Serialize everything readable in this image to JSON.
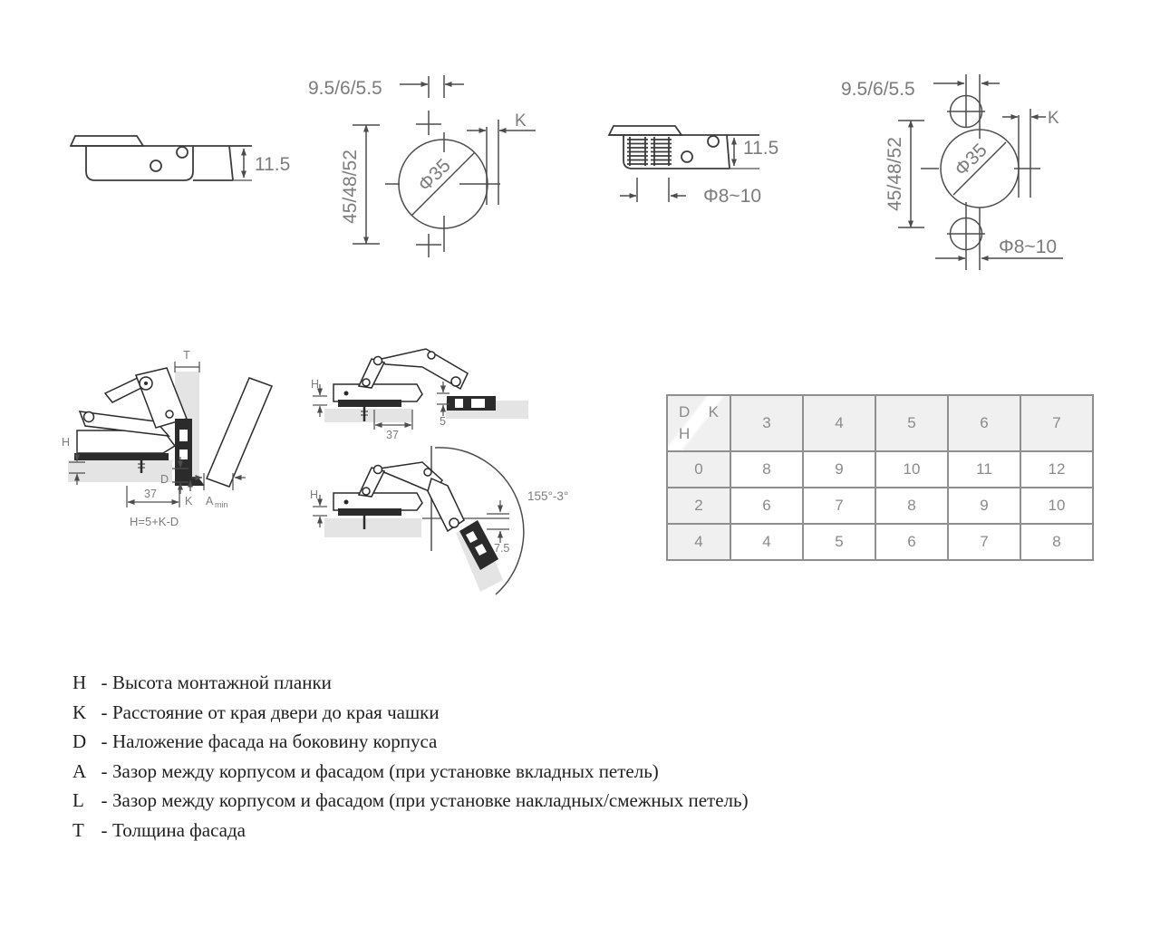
{
  "colors": {
    "background": "#ffffff",
    "dimension_line": "#4d4d4d",
    "part_outline": "#3c3c3c",
    "label_text": "#7c7c7c",
    "panel_fill": "#e4e4e4",
    "hinge_dark": "#2b2b2b",
    "table_border": "#8f8f8f",
    "table_header_bg": "#f0f0f0",
    "table_text": "#8a8a8a",
    "legend_text": "#1f1f1f"
  },
  "diagrams": {
    "cup_screw": {
      "height": "11.5"
    },
    "drill_screw": {
      "offset": "9.5/6/5.5",
      "depth": "45/48/52",
      "cup_dia": "Φ35",
      "k": "K"
    },
    "cup_dowel": {
      "height": "11.5",
      "dowel_dia": "Φ8~10"
    },
    "drill_dowel": {
      "offset": "9.5/6/5.5",
      "depth": "45/48/52",
      "cup_dia": "Φ35",
      "k": "K",
      "dowel_dia": "Φ8~10"
    },
    "hinge_inset": {
      "t": "T",
      "h": "H",
      "d": "D",
      "k": "K",
      "a": "A",
      "a_sub": "min",
      "dim37": "37",
      "formula": "H=5+K-D"
    },
    "hinge_open": {
      "h": "H",
      "dim5": "5",
      "dim37": "37"
    },
    "hinge_155": {
      "h": "H",
      "angle": "155°-3°",
      "dim75": "7.5"
    }
  },
  "table": {
    "corner": {
      "d": "D",
      "k": "K",
      "h": "H"
    },
    "columns": [
      "3",
      "4",
      "5",
      "6",
      "7"
    ],
    "rows": [
      {
        "h": "0",
        "values": [
          "8",
          "9",
          "10",
          "11",
          "12"
        ]
      },
      {
        "h": "2",
        "values": [
          "6",
          "7",
          "8",
          "9",
          "10"
        ]
      },
      {
        "h": "4",
        "values": [
          "4",
          "5",
          "6",
          "7",
          "8"
        ]
      }
    ]
  },
  "legend": {
    "separator": "-",
    "items": [
      {
        "symbol": "H",
        "text": "Высота монтажной планки"
      },
      {
        "symbol": "K",
        "text": "Расстояние от края двери до края чашки"
      },
      {
        "symbol": "D",
        "text": "Наложение фасада на боковину корпуса"
      },
      {
        "symbol": "A",
        "text": "Зазор между корпусом и фасадом (при установке вкладных петель)"
      },
      {
        "symbol": "L",
        "text": "Зазор между корпусом и фасадом (при установке накладных/смежных петель)"
      },
      {
        "symbol": "T",
        "text": "Толщина фасада"
      }
    ]
  }
}
